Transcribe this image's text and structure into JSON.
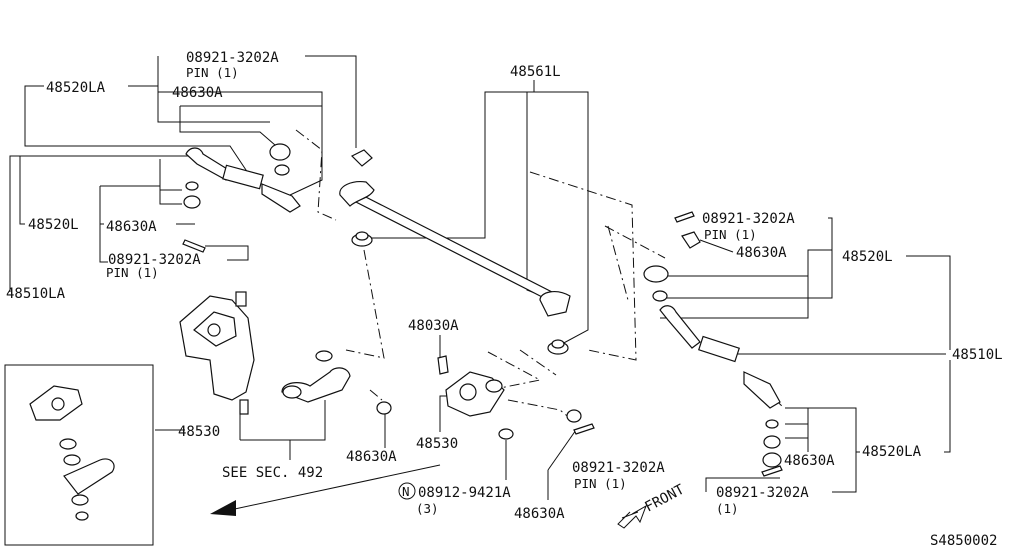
{
  "diagram": {
    "labels": {
      "pin_part_top": "08921-3202A",
      "pin_top": "PIN (1)",
      "outer_end_top_left": "48520LA",
      "nut_top_left": "48630A",
      "cross_rod": "48561L",
      "pin_part_right": "08921-3202A",
      "pin_right": "PIN (1)",
      "nut_right": "48630A",
      "outer_end_right": "48520L",
      "inner_end_left": "48520L",
      "nut_left": "48630A",
      "pin_part_left": "08921-3202A",
      "pin_left": "PIN (1)",
      "tie_rod_left": "48510LA",
      "idler": "48030A",
      "tie_rod_right": "48510L",
      "idler_arm_assy": "48530",
      "idler_center": "48530",
      "nut_center": "48630A",
      "see_sec": "SEE SEC. 492",
      "nut_bottom_right": "48630A",
      "outer_end_bottom_right": "48520LA",
      "pin_part_center": "08921-3202A",
      "pin_center": "PIN (1)",
      "nut_part_bottom": "08912-9421A",
      "nut_qty": "(3)",
      "nut_circle": "N",
      "nut_bottom_center": "48630A",
      "pin_part_bottom_right": "08921-3202A",
      "pin_qty_bottom_right": "(1)",
      "front": "FRONT",
      "diagram_code": "S4850002"
    }
  }
}
